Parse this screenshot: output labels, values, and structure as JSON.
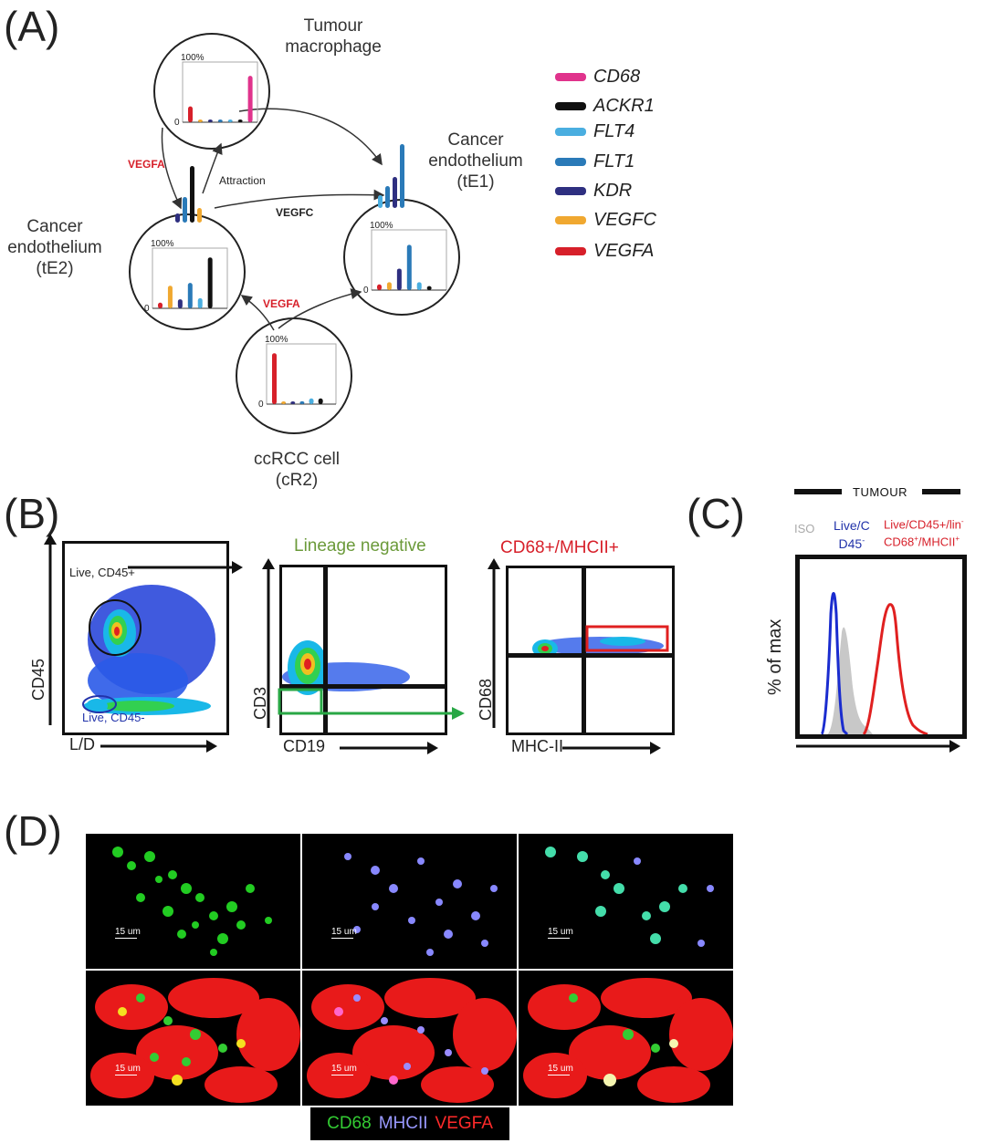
{
  "panels": {
    "a": "(A)",
    "b": "(B)",
    "c": "(C)",
    "d": "(D)"
  },
  "panel_a": {
    "legend": [
      {
        "name": "CD68",
        "color": "#e0338c"
      },
      {
        "name": "ACKR1",
        "color": "#111111"
      },
      {
        "name": "FLT4",
        "color": "#4aaee0"
      },
      {
        "name": "FLT1",
        "color": "#2a7ab8"
      },
      {
        "name": "KDR",
        "color": "#2e2f80"
      },
      {
        "name": "VEGFC",
        "color": "#f0a830"
      },
      {
        "name": "VEGFA",
        "color": "#d7202a"
      }
    ],
    "nodes": {
      "macrophage": {
        "label_line1": "Tumour",
        "label_line2": "macrophage",
        "pct": "100%",
        "zero": "0"
      },
      "te2": {
        "label_line1": "Cancer",
        "label_line2": "endothelium",
        "label_line3": "(tE2)",
        "pct": "100%",
        "zero": "0"
      },
      "te1": {
        "label_line1": "Cancer",
        "label_line2": "endothelium",
        "label_line3": "(tE1)",
        "pct": "100%",
        "zero": "0"
      },
      "crcc": {
        "label_line1": "ccRCC cell",
        "label_line2": "(cR2)",
        "pct": "100%",
        "zero": "0"
      }
    },
    "arrows": {
      "vegfa_left": "VEGFA",
      "attraction": "Attraction",
      "vegfc": "VEGFC",
      "vegfa_bottom": "VEGFA"
    },
    "bar_series_order": [
      "VEGFA",
      "VEGFC",
      "KDR",
      "FLT1",
      "FLT4",
      "ACKR1",
      "CD68"
    ],
    "bars": {
      "macrophage": [
        0.28,
        0.02,
        0.04,
        0.04,
        0.03,
        0.04,
        0.82
      ],
      "te2": [
        0.1,
        0.4,
        0.16,
        0.45,
        0.18,
        0.9,
        0
      ],
      "te1": [
        0.1,
        0.14,
        0.38,
        0.8,
        0.14,
        0.07,
        0
      ],
      "crcc": [
        0.9,
        0.04,
        0.04,
        0.05,
        0.1,
        0.1,
        0
      ]
    }
  },
  "panel_b": {
    "plot1": {
      "gate_top": "Live, CD45+",
      "gate_bottom": "Live, CD45-",
      "xlabel": "L/D",
      "ylabel": "CD45"
    },
    "plot2": {
      "title": "Lineage negative",
      "xlabel": "CD19",
      "ylabel": "CD3"
    },
    "plot3": {
      "title": "CD68+/MHCII+",
      "xlabel": "MHC-II",
      "ylabel": "CD68"
    }
  },
  "panel_c": {
    "header": "TUMOUR",
    "iso": "ISO",
    "blue_label_1": "Live/C",
    "blue_label_2": "D45",
    "blue_sup": "-",
    "red_label_1": "Live/CD45+/lin",
    "red_sup1": "-",
    "red_label_2": "CD68",
    "red_sup2": "+",
    "red_label_3": "/MHCII",
    "red_sup3": "+",
    "ylabel": "% of max"
  },
  "panel_d": {
    "scale_label": "15 um",
    "legend": [
      {
        "name": "CD68",
        "color": "#33cc33"
      },
      {
        "name": "MHCII",
        "color": "#9999ff"
      },
      {
        "name": "VEGFA",
        "color": "#ff2a2a"
      }
    ]
  }
}
